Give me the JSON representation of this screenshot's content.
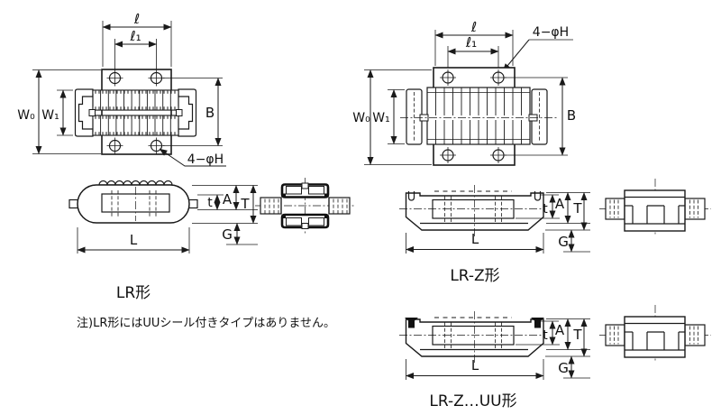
{
  "colors": {
    "background": "#ffffff",
    "line": "#1a1a1a",
    "text": "#111111"
  },
  "dim_labels": {
    "l": "ℓ",
    "l1": "ℓ₁",
    "w0": "W₀",
    "w1": "W₁",
    "b": "B",
    "holes": "4−φH",
    "t": "t",
    "a": "A",
    "t_big": "T",
    "g": "G",
    "length": "L"
  },
  "captions": {
    "lr": "LR形",
    "lr_z": "LR-Z形",
    "lr_z_uu": "LR-Z…UU形"
  },
  "note": "注)LR形にはUUシール付きタイプはありません。"
}
